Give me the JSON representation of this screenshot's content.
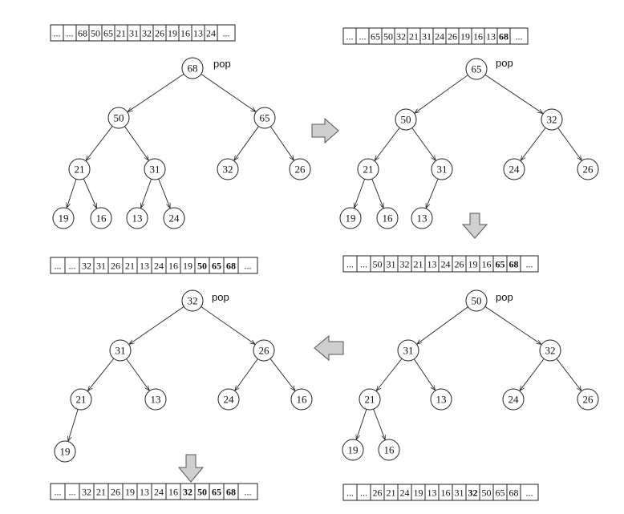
{
  "arrays": [
    {
      "id": "a1",
      "cells": [
        {
          "t": "..."
        },
        {
          "t": "..."
        },
        {
          "t": "68"
        },
        {
          "t": "50"
        },
        {
          "t": "65"
        },
        {
          "t": "21"
        },
        {
          "t": "31"
        },
        {
          "t": "32"
        },
        {
          "t": "26"
        },
        {
          "t": "19"
        },
        {
          "t": "16"
        },
        {
          "t": "13"
        },
        {
          "t": "24"
        },
        {
          "t": "..."
        }
      ]
    },
    {
      "id": "a2",
      "cells": [
        {
          "t": "..."
        },
        {
          "t": "..."
        },
        {
          "t": "65"
        },
        {
          "t": "50"
        },
        {
          "t": "32"
        },
        {
          "t": "21"
        },
        {
          "t": "31"
        },
        {
          "t": "24"
        },
        {
          "t": "26"
        },
        {
          "t": "19"
        },
        {
          "t": "16"
        },
        {
          "t": "13"
        },
        {
          "t": "68",
          "b": true
        },
        {
          "t": "..."
        }
      ]
    },
    {
      "id": "a3",
      "cells": [
        {
          "t": "..."
        },
        {
          "t": "..."
        },
        {
          "t": "32"
        },
        {
          "t": "31"
        },
        {
          "t": "26"
        },
        {
          "t": "21"
        },
        {
          "t": "13"
        },
        {
          "t": "24"
        },
        {
          "t": "16"
        },
        {
          "t": "19"
        },
        {
          "t": "50",
          "b": true
        },
        {
          "t": "65",
          "b": true
        },
        {
          "t": "68",
          "b": true
        },
        {
          "t": "..."
        }
      ]
    },
    {
      "id": "a4",
      "cells": [
        {
          "t": "..."
        },
        {
          "t": "..."
        },
        {
          "t": "50"
        },
        {
          "t": "31"
        },
        {
          "t": "32"
        },
        {
          "t": "21"
        },
        {
          "t": "13"
        },
        {
          "t": "24"
        },
        {
          "t": "26"
        },
        {
          "t": "19"
        },
        {
          "t": "16"
        },
        {
          "t": "65",
          "b": true
        },
        {
          "t": "68",
          "b": true
        },
        {
          "t": "..."
        }
      ]
    },
    {
      "id": "a5",
      "cells": [
        {
          "t": "..."
        },
        {
          "t": "..."
        },
        {
          "t": "32"
        },
        {
          "t": "21"
        },
        {
          "t": "26"
        },
        {
          "t": "19"
        },
        {
          "t": "13"
        },
        {
          "t": "24"
        },
        {
          "t": "16"
        },
        {
          "t": "32",
          "b": true
        },
        {
          "t": "50",
          "b": true
        },
        {
          "t": "65",
          "b": true
        },
        {
          "t": "68",
          "b": true
        },
        {
          "t": "..."
        }
      ]
    },
    {
      "id": "a6",
      "cells": [
        {
          "t": "..."
        },
        {
          "t": "..."
        },
        {
          "t": "26"
        },
        {
          "t": "21"
        },
        {
          "t": "24"
        },
        {
          "t": "19"
        },
        {
          "t": "13"
        },
        {
          "t": "16"
        },
        {
          "t": "31"
        },
        {
          "t": "32",
          "b": true
        },
        {
          "t": "50"
        },
        {
          "t": "65"
        },
        {
          "t": "68"
        },
        {
          "t": "..."
        }
      ]
    }
  ],
  "trees": [
    {
      "id": "t1",
      "pop": "pop",
      "nodes": [
        "68",
        "50",
        "65",
        "21",
        "31",
        "32",
        "26",
        "19",
        "16",
        "13",
        "24"
      ]
    },
    {
      "id": "t2",
      "pop": "pop",
      "nodes": [
        "65",
        "50",
        "32",
        "21",
        "31",
        "24",
        "26",
        "19",
        "16",
        "13"
      ]
    },
    {
      "id": "t3",
      "pop": "pop",
      "nodes": [
        "32",
        "31",
        "26",
        "21",
        "13",
        "24",
        "16",
        "19"
      ]
    },
    {
      "id": "t4",
      "pop": "pop",
      "nodes": [
        "50",
        "31",
        "32",
        "21",
        "13",
        "24",
        "26",
        "19",
        "16"
      ]
    }
  ]
}
